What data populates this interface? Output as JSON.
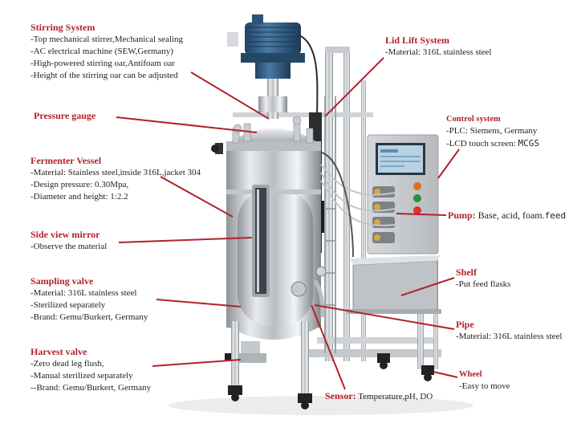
{
  "colors": {
    "accent": "#b2222b",
    "steel": "#c9ccd0",
    "motor": "#2f5e86"
  },
  "callouts": {
    "stirring": {
      "title": "Stirring System",
      "lines": [
        "-Top mechanical stirrer,Mechanical sealing",
        "-AC electrical machine (SEW,Germany)",
        "-High-powered stirring oar,Antifoam oar",
        "-Height of the stirring oar can be adjusted"
      ]
    },
    "pressure": {
      "title": "Pressure gauge"
    },
    "vessel": {
      "title": "Fermenter Vessel",
      "lines": [
        "-Material: Stainless steel,inside 316L,jacket 304",
        "-Design pressure: 0.30Mpa,",
        "-Diameter and height: 1:2.2"
      ]
    },
    "mirror": {
      "title": "Side view mirror",
      "lines": [
        "-Observe the material"
      ]
    },
    "sampling": {
      "title": "Sampling valve",
      "lines": [
        "-Material: 316L stainless steel",
        "-Sterilized separately",
        "-Brand: Gemu/Burkert, Germany"
      ]
    },
    "harvest": {
      "title": "Harvest valve",
      "lines": [
        "-Zero dead leg flush,",
        "-Manual sterilized separately",
        "--Brand: Gemu/Burkert, Germany"
      ]
    },
    "lid": {
      "title": "Lid Lift System",
      "lines": [
        "-Material: 316L stainless steel"
      ]
    },
    "control": {
      "title": "Control system",
      "lines": [
        "-PLC: Siemens, Germany",
        "-LCD touch screen: "
      ],
      "mono": "MCGS"
    },
    "pump": {
      "title": "Pump:",
      "text": " Base, acid, foam.",
      "mono": "feed"
    },
    "shelf": {
      "title": "Shelf",
      "lines": [
        "-Put feed flasks"
      ]
    },
    "pipe": {
      "title": "Pipe",
      "lines": [
        "-Material: 316L stainless steel"
      ]
    },
    "wheel": {
      "title": "Wheel",
      "lines": [
        "-Easy to move"
      ]
    },
    "sensor": {
      "title": "Sensor:",
      "text": " Temperature,pH, DO"
    }
  }
}
